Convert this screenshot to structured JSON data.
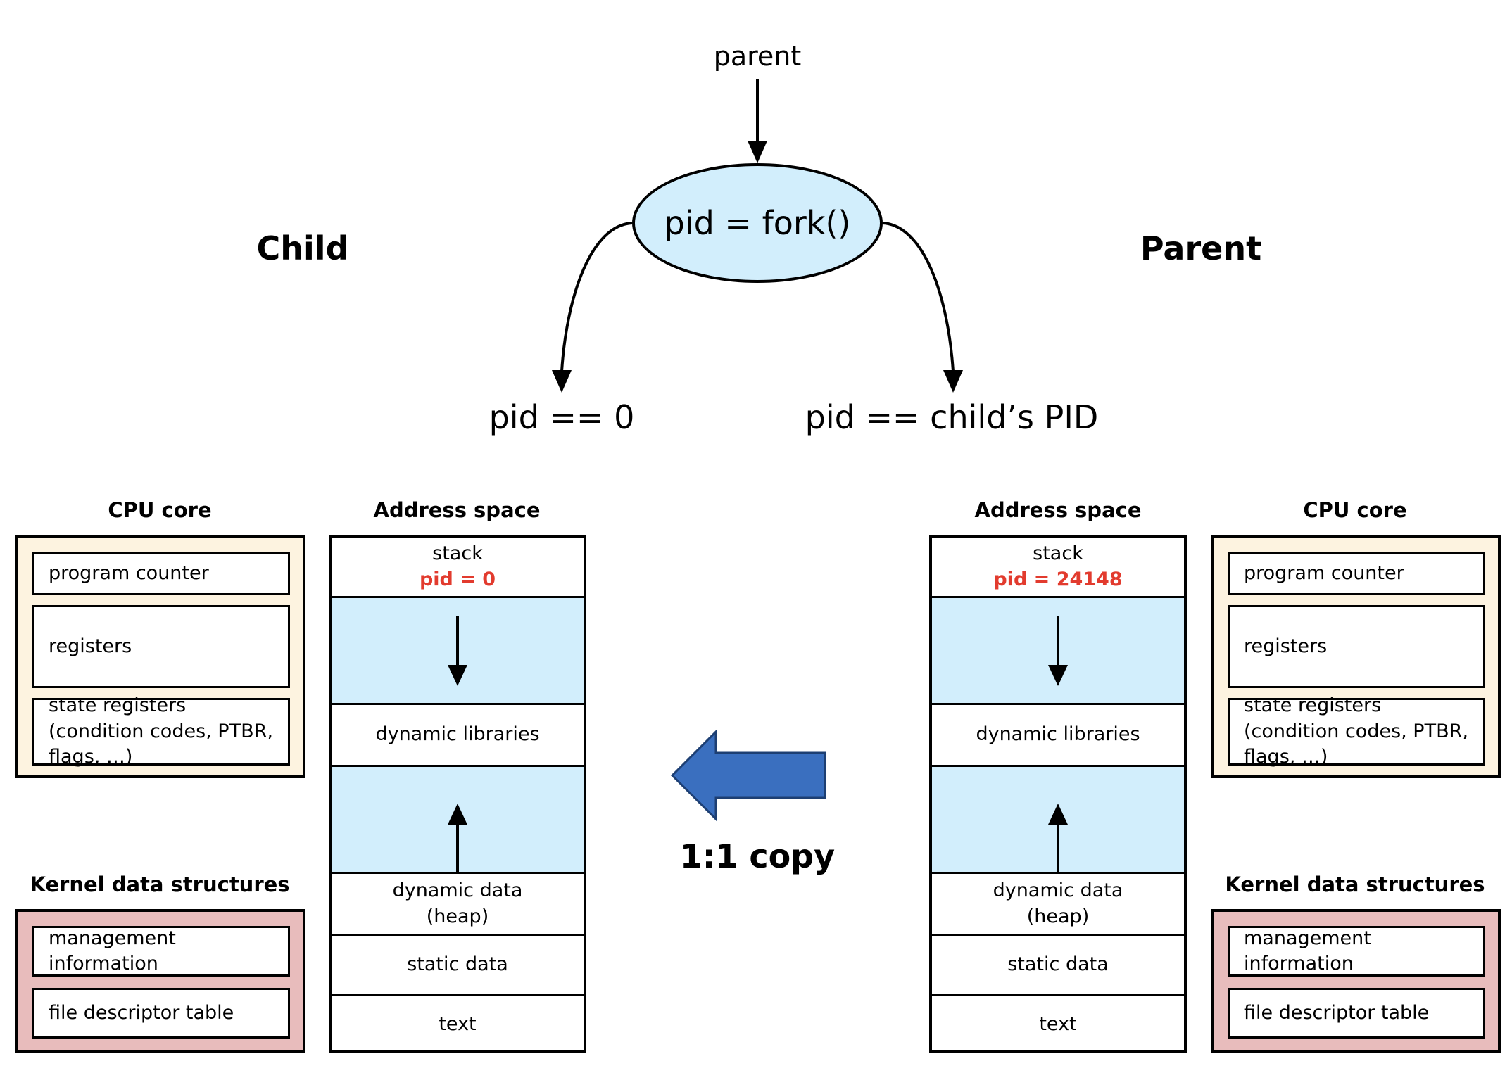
{
  "top": {
    "parent_label": "parent",
    "fork_call": "pid = fork()",
    "child_heading": "Child",
    "parent_heading": "Parent",
    "child_result": "pid == 0",
    "parent_result": "pid == child’s PID",
    "copy_label": "1:1 copy"
  },
  "child": {
    "cpu_title": "CPU core",
    "cpu_items": [
      "program counter",
      "registers",
      "state registers (condition codes, PTBR, flags, …)"
    ],
    "kernel_title": "Kernel data structures",
    "kernel_items": [
      "management information",
      "file descriptor table"
    ],
    "address_space": {
      "title": "Address space",
      "stack": "stack",
      "stack_value": "pid = 0",
      "dynamic_libraries": "dynamic libraries",
      "heap": "dynamic data (heap)",
      "static_data": "static data",
      "text": "text"
    }
  },
  "parent": {
    "cpu_title": "CPU core",
    "cpu_items": [
      "program counter",
      "registers",
      "state registers (condition codes, PTBR, flags, …)"
    ],
    "kernel_title": "Kernel data structures",
    "kernel_items": [
      "management information",
      "file descriptor table"
    ],
    "address_space": {
      "title": "Address space",
      "stack": "stack",
      "stack_value": "pid = 24148",
      "dynamic_libraries": "dynamic libraries",
      "heap": "dynamic data (heap)",
      "static_data": "static data",
      "text": "text"
    }
  },
  "colors": {
    "ellipse_fill": "#d2eefc",
    "cpu_fill": "#fdf3e0",
    "kernel_fill": "#e8bcbc",
    "free_region_fill": "#d2eefc",
    "pid_text": "#e23b2e",
    "copy_arrow": "#3a6fbf"
  }
}
